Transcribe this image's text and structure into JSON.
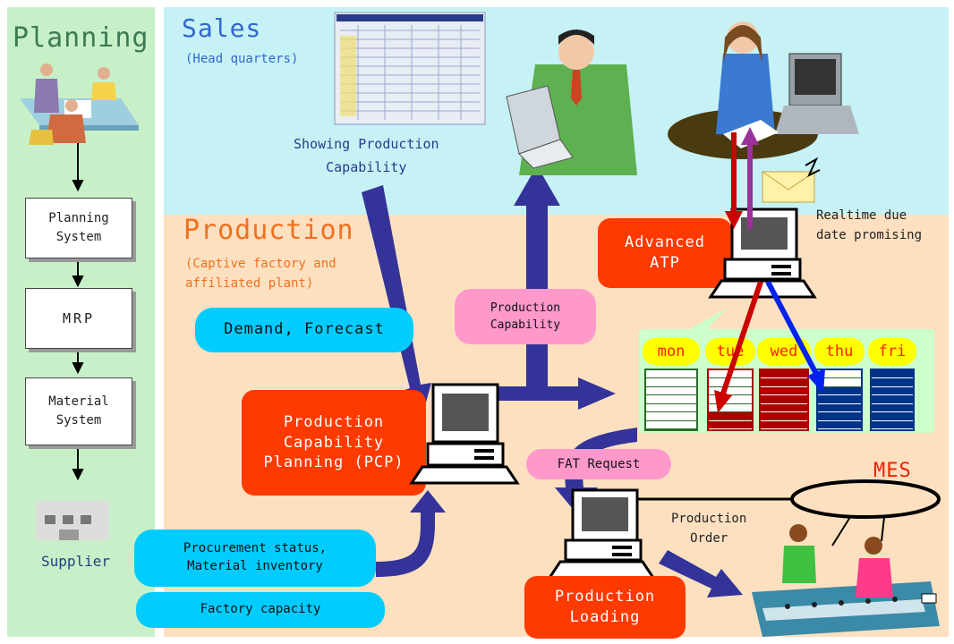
{
  "planning": {
    "title": "Planning",
    "boxes": [
      "Planning\nSystem",
      "MRP",
      "Material\nSystem"
    ],
    "supplier": "Supplier"
  },
  "sales": {
    "title": "Sales",
    "subtitle": "(Head quarters)",
    "showing_label": "Showing Production\nCapability"
  },
  "production": {
    "title": "Production",
    "subtitle": "(Captive factory and\naffiliated plant)",
    "demand_forecast": "Demand, Forecast",
    "production_capability": "Production\nCapability",
    "pcp": "Production\nCapability\nPlanning (PCP)",
    "advanced_atp": "Advanced\nATP",
    "realtime": "Realtime due\ndate promising",
    "days": [
      "mon",
      "tue",
      "wed",
      "thu",
      "fri"
    ],
    "fat_request": "FAT Request",
    "mes": "MES",
    "production_order": "Production\nOrder",
    "procurement": "Procurement status,\nMaterial inventory",
    "factory_capacity": "Factory capacity",
    "production_loading": "Production\nLoading"
  },
  "colors": {
    "planning_bg": "#c8f0c8",
    "sales_bg": "#c6f2f6",
    "production_bg": "#fde0c0",
    "arrow_navy": "#333399",
    "red_box": "#ff3a00",
    "cyan_box": "#00ccff",
    "pink_box": "#ff99cc",
    "calendar_bg": "#ccffcc",
    "day_pill": "#ffff00",
    "bar_red": "#aa0000",
    "bar_blue": "#003388"
  }
}
